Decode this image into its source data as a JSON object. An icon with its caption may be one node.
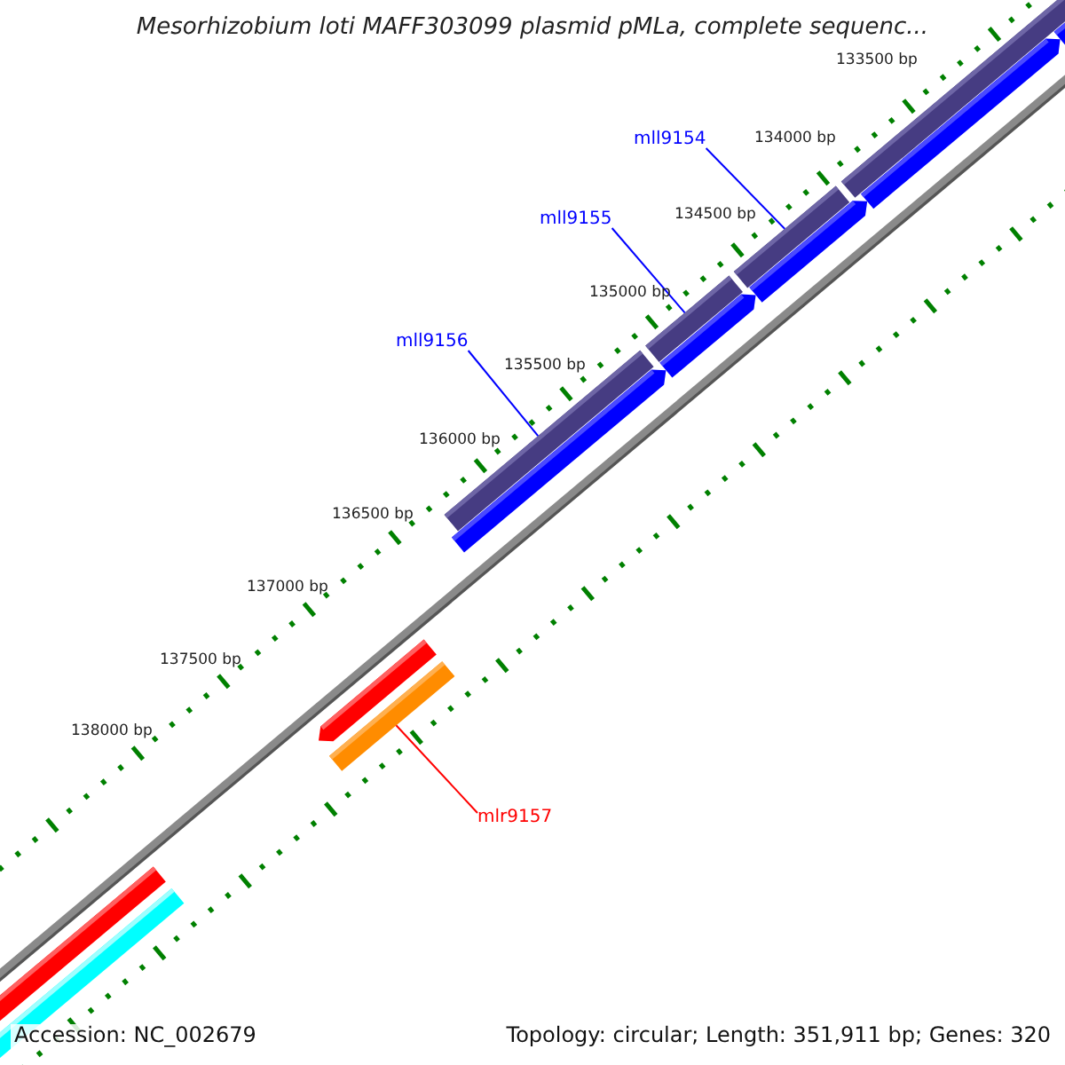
{
  "diagram": {
    "title": "Mesorhizobium loti MAFF303099 plasmid pMLa, complete sequenc...",
    "nodes": [
      {
        "text": [
          "mll9154"
        ]
      },
      {
        "text": [
          "mll9155"
        ]
      },
      {
        "text": [
          "mll9156"
        ]
      },
      {
        "text": [
          "mlr9157"
        ]
      },
      {
        "text": [],
        "shape": "bar"
      },
      {
        "text": [],
        "shape": "bar"
      },
      {
        "text": [],
        "shape": "bar"
      },
      {
        "text": [],
        "shape": "bar"
      }
    ],
    "edges": [
      {
        "from": 0,
        "to": 4,
        "arrow": "none"
      },
      {
        "from": 1,
        "to": 5,
        "arrow": "none"
      },
      {
        "from": 2,
        "to": 6,
        "arrow": "none"
      },
      {
        "from": 3,
        "to": 7,
        "arrow": "none",
        "color": "#ff0000"
      }
    ],
    "labels": [
      "133500 bp",
      "134000 bp",
      "134500 bp",
      "135000 bp",
      "135500 bp",
      "136000 bp",
      "136500 bp",
      "137000 bp",
      "137500 bp",
      "138000 bp",
      "Accession: NC_002679",
      "Topology: circular; Length: 351,911 bp; Genes: 320"
    ]
  }
}
